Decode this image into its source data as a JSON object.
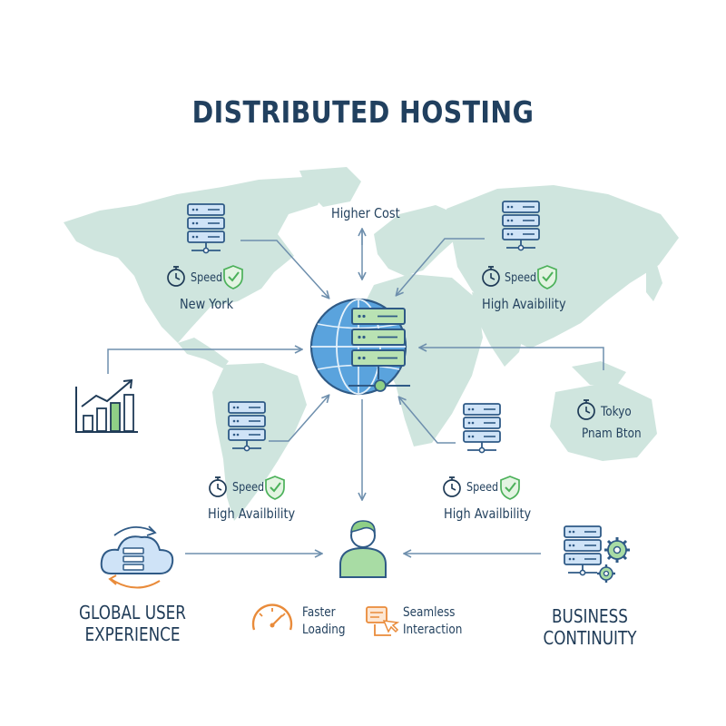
{
  "title": "DISTRIBUTED HOSTING",
  "top": {
    "cost_label": "Higher Cost"
  },
  "nodes": {
    "new_york": {
      "badge": "Speed",
      "city": "New York"
    },
    "europe": {
      "badge": "Speed",
      "caption": "High Avaibility"
    },
    "south_america": {
      "badge": "Speed",
      "caption": "High Availbility"
    },
    "africa": {
      "badge": "Speed",
      "caption": "High Availbility"
    },
    "asia": {
      "city_1": "Tokyo",
      "city_2": "Pnam Bton"
    }
  },
  "bottom": {
    "left_title": [
      "GLOBAL USER",
      "EXPERIENCE"
    ],
    "right_title": [
      "BUSINESS",
      "CONTINUITY"
    ],
    "feature_1": [
      "Faster",
      "Loading"
    ],
    "feature_2": [
      "Seamless",
      "Interaction"
    ]
  },
  "colors": {
    "map": "#cfe5de",
    "server": "#cfe3f7",
    "server_stroke": "#2f5a86",
    "hub_server": "#b9e2b3",
    "globe": "#5aa3dd",
    "check": "#4cb15a",
    "accent_orange": "#e98b3a",
    "arrow": "#6e8fad"
  },
  "icons": [
    "server-rack-icon",
    "stopwatch-icon",
    "shield-check-icon",
    "globe-icon",
    "growth-chart-icon",
    "cloud-sync-icon",
    "user-icon",
    "server-gears-icon",
    "speedometer-icon",
    "interaction-icon"
  ]
}
